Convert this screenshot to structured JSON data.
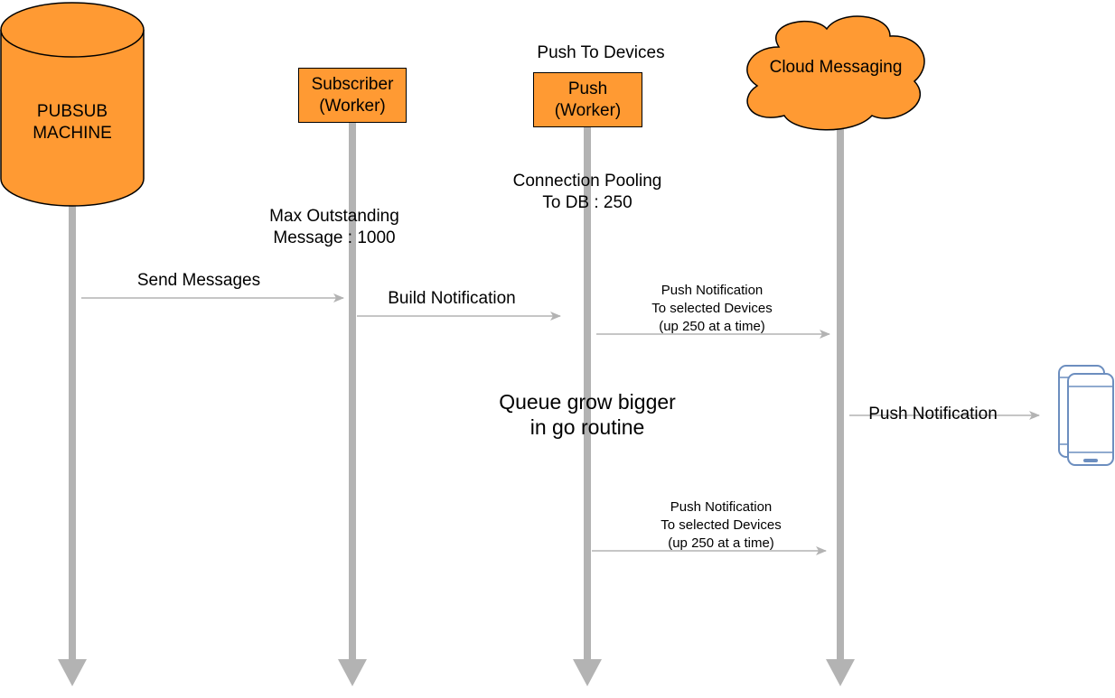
{
  "colors": {
    "actor_fill": "#ff9a33",
    "lifeline": "#b3b3b3",
    "message_arrow": "#b3b3b3",
    "device_outline": "#6c8ebf",
    "device_fill": "#ffffff"
  },
  "actors": {
    "pubsub": {
      "label": "PUBSUB\nMACHINE",
      "shape": "cylinder"
    },
    "subscriber": {
      "label": "Subscriber\n(Worker)",
      "shape": "rectangle"
    },
    "push": {
      "label": "Push\n(Worker)",
      "shape": "rectangle",
      "caption": "Push To Devices"
    },
    "cloud": {
      "label": "Cloud Messaging",
      "shape": "cloud"
    },
    "device": {
      "icon": "mobile-devices-icon"
    }
  },
  "notes": {
    "max_outstanding": "Max Outstanding\n Message : 1000",
    "connection_pooling": "Connection Pooling\nTo DB : 250",
    "queue_grow": "Queue grow bigger\n in go routine"
  },
  "messages": {
    "send_messages": "Send Messages",
    "build_notification": "Build Notification",
    "push_notification_1": "Push Notification\nTo selected  Devices\n (up 250 at a time)",
    "push_notification_2": "Push Notification\nTo selected  Devices\n (up 250 at a time)",
    "push_notification_device": "Push Notification"
  }
}
